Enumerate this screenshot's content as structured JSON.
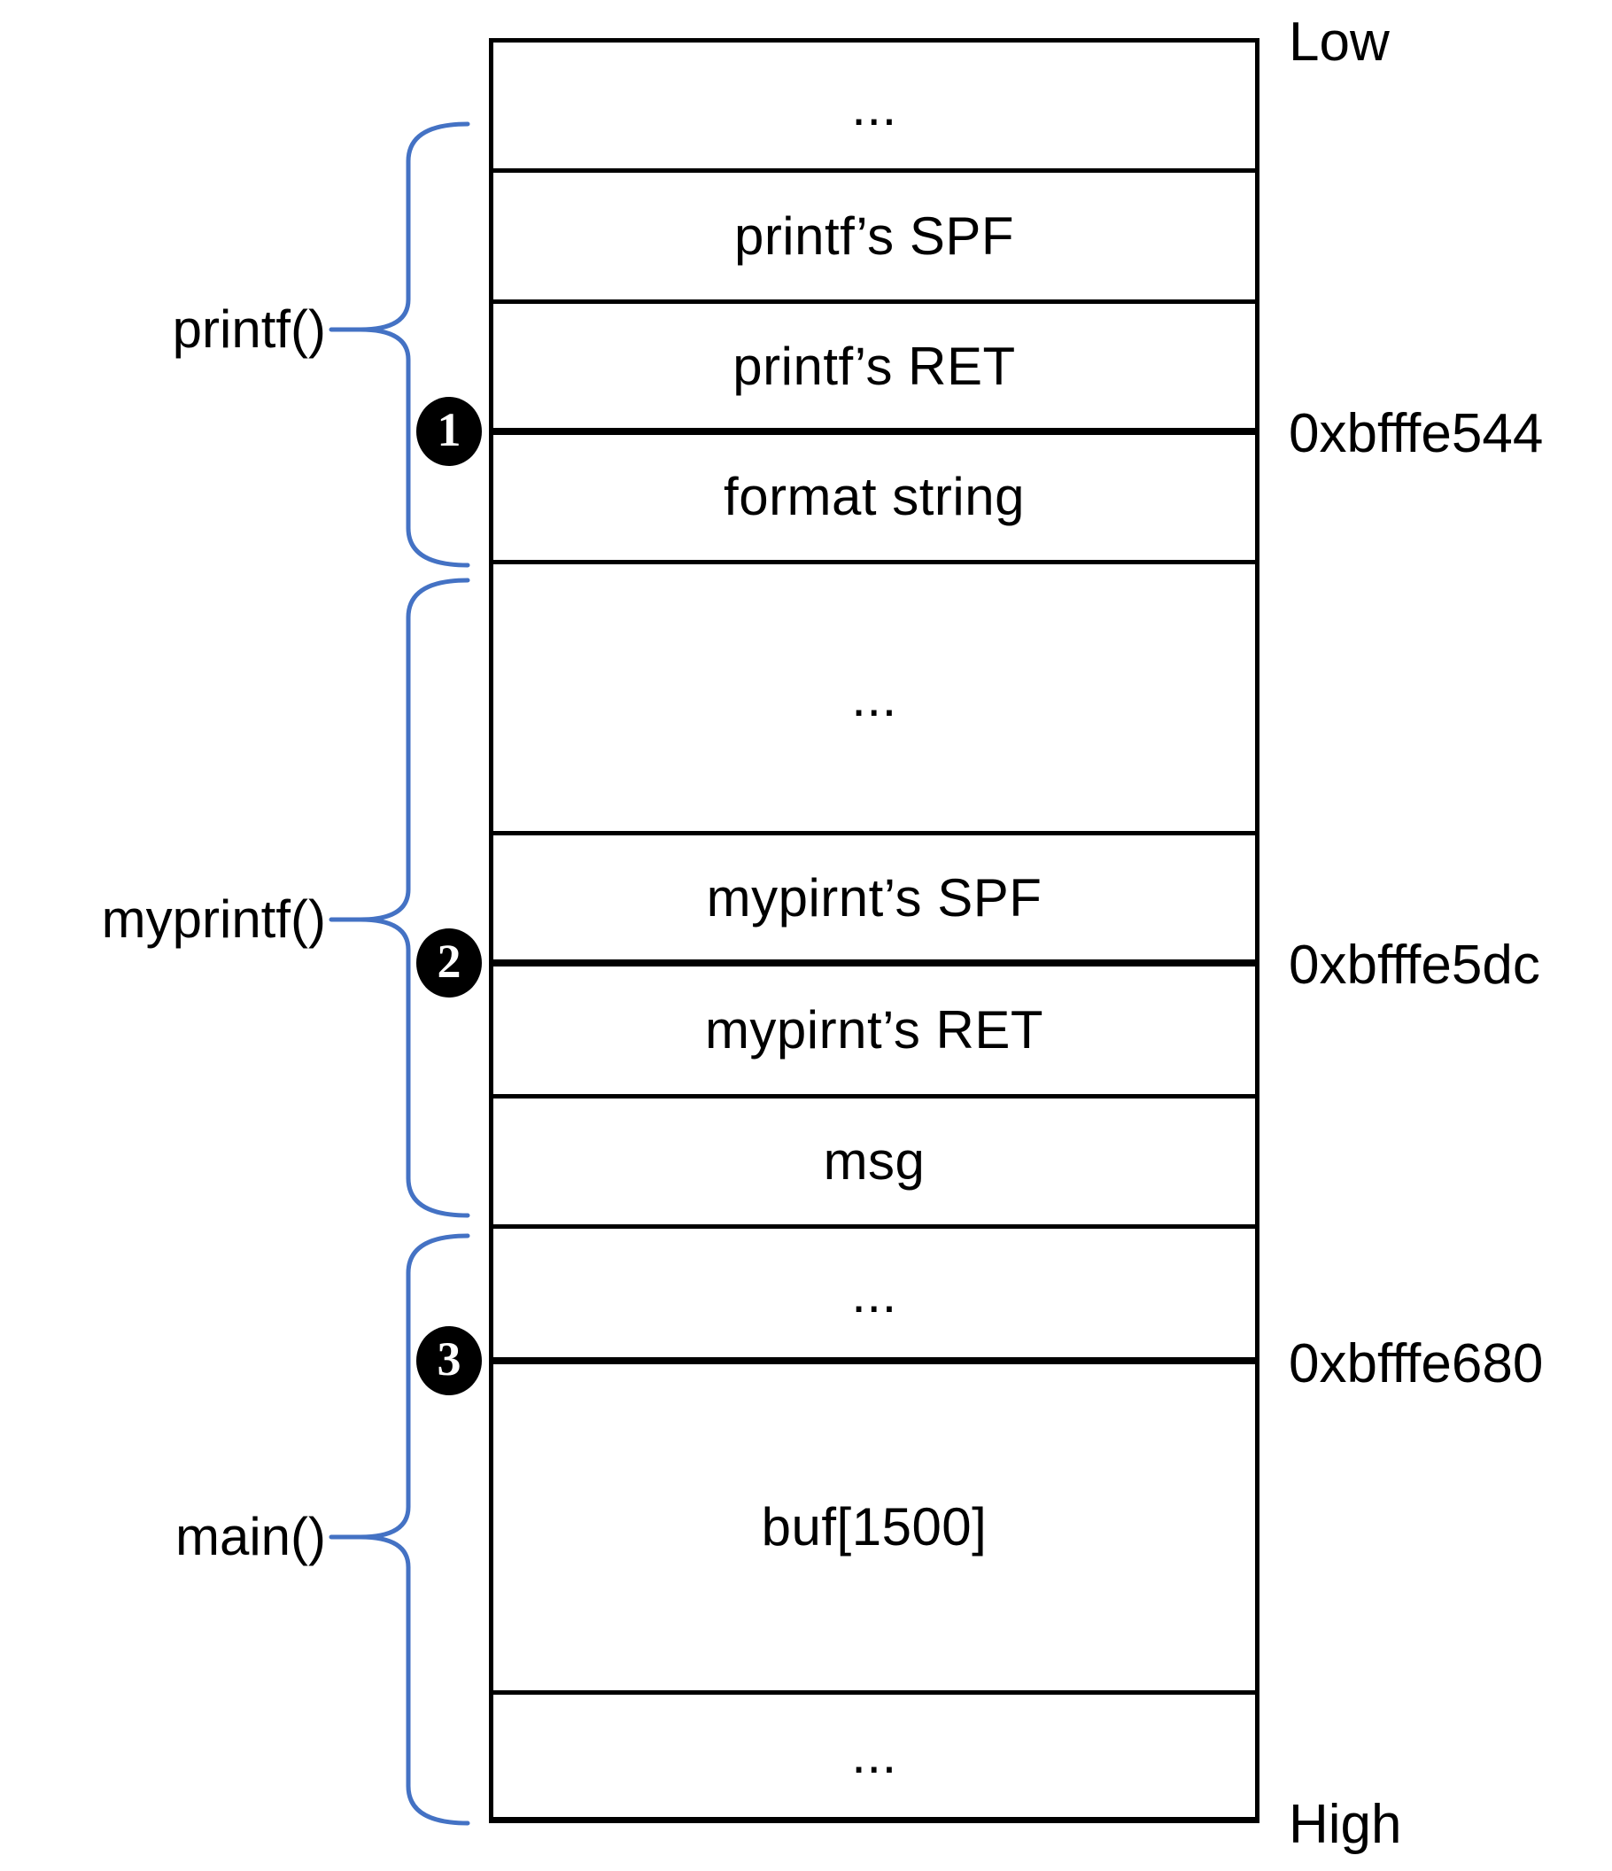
{
  "colors": {
    "brace_blue": "#4472C4",
    "line_black": "#000000",
    "background": "#FFFFFF"
  },
  "memory_box": {
    "rows": [
      {
        "label": "..."
      },
      {
        "label": "printf’s SPF"
      },
      {
        "label": "printf’s RET"
      },
      {
        "label": "format string"
      },
      {
        "label": "..."
      },
      {
        "label": "mypirnt’s SPF"
      },
      {
        "label": "mypirnt’s RET"
      },
      {
        "label": "msg"
      },
      {
        "label": "..."
      },
      {
        "label": "buf[1500]"
      },
      {
        "label": "..."
      }
    ]
  },
  "address_labels": {
    "top": "Low",
    "bottom": "High",
    "pointers": [
      {
        "text": "0xbfffe544"
      },
      {
        "text": "0xbfffe5dc"
      },
      {
        "text": "0xbfffe680"
      }
    ]
  },
  "function_groups": [
    {
      "label": "printf()",
      "marker": "1"
    },
    {
      "label": "myprintf()",
      "marker": "2"
    },
    {
      "label": "main()",
      "marker": "3"
    }
  ]
}
